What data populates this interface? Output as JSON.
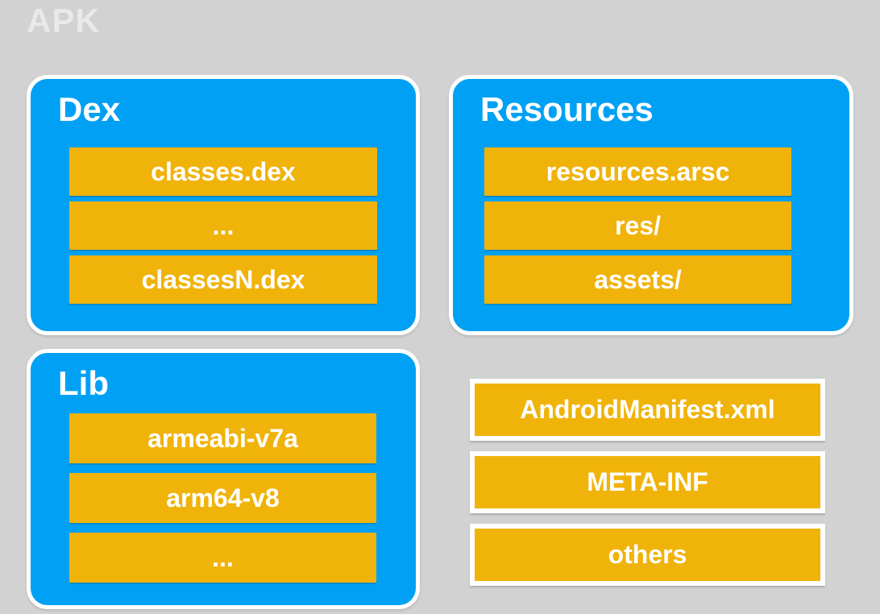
{
  "page": {
    "title": "APK"
  },
  "colors": {
    "background_gray": "#d2d2d2",
    "panel_blue": "#00a1f4",
    "bar_yellow": "#f0b30a",
    "border_white": "#ffffff",
    "label_white": "#ffffff",
    "apk_text": "#e9e9e9"
  },
  "panels": [
    {
      "id": "dex",
      "title": "Dex",
      "items": [
        "classes.dex",
        "...",
        "classesN.dex"
      ]
    },
    {
      "id": "resources",
      "title": "Resources",
      "items": [
        "resources.arsc",
        "res/",
        "assets/"
      ]
    },
    {
      "id": "lib",
      "title": "Lib",
      "items": [
        "armeabi-v7a",
        "arm64-v8",
        "..."
      ]
    }
  ],
  "standalone_items": [
    "AndroidManifest.xml",
    "META-INF",
    "others"
  ]
}
